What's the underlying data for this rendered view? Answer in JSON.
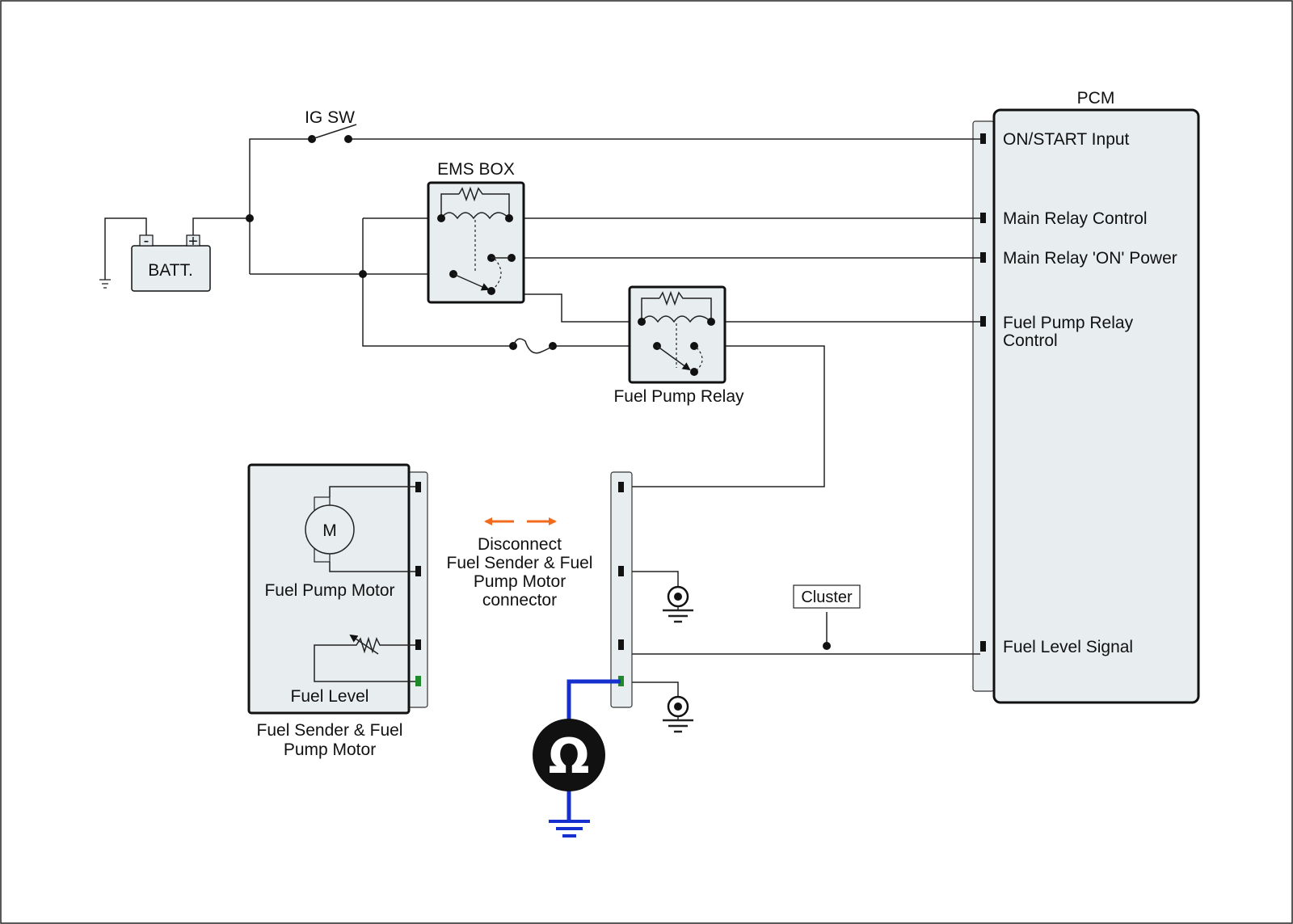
{
  "labels": {
    "ig_sw": "IG SW",
    "ems_box": "EMS BOX",
    "batt": "BATT.",
    "batt_minus": "-",
    "batt_plus": "+",
    "pcm": "PCM",
    "fuel_pump_relay": "Fuel Pump Relay",
    "motor_symbol": "M",
    "fuel_pump_motor": "Fuel Pump Motor",
    "fuel_level": "Fuel Level",
    "sender_line1": "Fuel Sender & Fuel",
    "sender_line2": "Pump Motor",
    "disconnect_line1": "Disconnect",
    "disconnect_line2": "Fuel Sender & Fuel",
    "disconnect_line3": "Pump Motor",
    "disconnect_line4": "connector",
    "cluster": "Cluster",
    "ohm_symbol": "Ω"
  },
  "pcm_pins": {
    "on_start_input": "ON/START Input",
    "main_relay_control": "Main Relay Control",
    "main_relay_on_power": "Main Relay 'ON' Power",
    "fuel_pump_relay_control_line1": "Fuel Pump Relay",
    "fuel_pump_relay_control_line2": "Control",
    "fuel_level_signal": "Fuel Level Signal"
  },
  "colors": {
    "box_fill": "#e8edef",
    "ohmmeter_lead": "#1530cc",
    "arrow": "#f26b1d",
    "test_pin": "#1f8a2c"
  },
  "icons": {
    "ohmmeter": "ohmmeter-icon",
    "ground": "ground-icon",
    "motor": "motor-icon",
    "fuse": "fuse-icon",
    "switch": "switch-icon"
  }
}
